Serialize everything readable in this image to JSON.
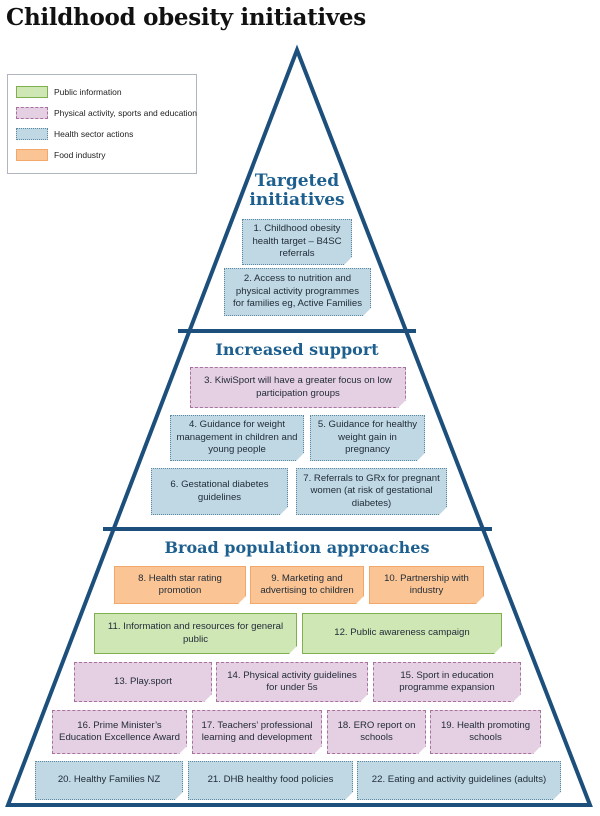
{
  "title": "Childhood obesity initiatives",
  "colors": {
    "outline": "#1d4f7c",
    "public_information": "#cfe6b5",
    "physical_activity": "#e5cfe3",
    "health_sector": "#bfd8e3",
    "food_industry": "#fac494",
    "heading": "#1d5f8e"
  },
  "legend": [
    {
      "key": "green",
      "label": "Public information"
    },
    {
      "key": "pink",
      "label": "Physical activity, sports and education"
    },
    {
      "key": "blue",
      "label": "Health sector actions"
    },
    {
      "key": "orange",
      "label": "Food industry"
    }
  ],
  "sections": {
    "targeted": {
      "title_line1": "Targeted",
      "title_line2": "initiatives"
    },
    "increased": {
      "title": "Increased support"
    },
    "broad": {
      "title": "Broad population approaches"
    }
  },
  "items": [
    {
      "num": 1,
      "text": "1. Childhood obesity health target – B4SC referrals",
      "category": "blue"
    },
    {
      "num": 2,
      "text": "2. Access to nutrition and physical activity programmes for families eg, Active Families",
      "category": "blue"
    },
    {
      "num": 3,
      "text": "3. KiwiSport will have a greater focus on low participation groups",
      "category": "pink"
    },
    {
      "num": 4,
      "text": "4. Guidance for weight management in children and young people",
      "category": "blue"
    },
    {
      "num": 5,
      "text": "5. Guidance for healthy weight gain in pregnancy",
      "category": "blue"
    },
    {
      "num": 6,
      "text": "6. Gestational diabetes guidelines",
      "category": "blue"
    },
    {
      "num": 7,
      "text": "7. Referrals to GRx for pregnant women (at risk of gestational diabetes)",
      "category": "blue"
    },
    {
      "num": 8,
      "text": "8. Health star rating promotion",
      "category": "orange"
    },
    {
      "num": 9,
      "text": "9. Marketing and advertising to children",
      "category": "orange"
    },
    {
      "num": 10,
      "text": "10. Partnership with industry",
      "category": "orange"
    },
    {
      "num": 11,
      "text": "11. Information and resources for general public",
      "category": "green"
    },
    {
      "num": 12,
      "text": "12. Public awareness campaign",
      "category": "green"
    },
    {
      "num": 13,
      "text": "13. Play.sport",
      "category": "pink"
    },
    {
      "num": 14,
      "text": "14. Physical activity guidelines for under 5s",
      "category": "pink"
    },
    {
      "num": 15,
      "text": "15. Sport in education programme expansion",
      "category": "pink"
    },
    {
      "num": 16,
      "text": "16. Prime Minister’s Education Excellence Award",
      "category": "pink"
    },
    {
      "num": 17,
      "text": "17. Teachers’ professional learning and development",
      "category": "pink"
    },
    {
      "num": 18,
      "text": "18. ERO report on schools",
      "category": "pink"
    },
    {
      "num": 19,
      "text": "19. Health promoting schools",
      "category": "pink"
    },
    {
      "num": 20,
      "text": "20. Healthy Families NZ",
      "category": "blue"
    },
    {
      "num": 21,
      "text": "21. DHB healthy food policies",
      "category": "blue"
    },
    {
      "num": 22,
      "text": "22. Eating and activity guidelines (adults)",
      "category": "blue"
    }
  ]
}
